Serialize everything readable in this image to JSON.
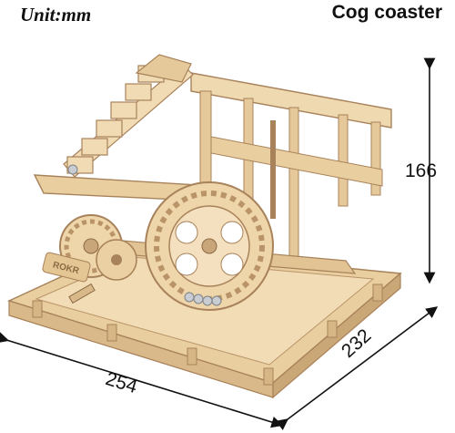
{
  "header": {
    "unit_label": "Unit:mm",
    "product_title": "Cog coaster"
  },
  "dimensions": {
    "height": "166",
    "width": "254",
    "depth": "232"
  },
  "image": {
    "subject_icon": "wooden-marble-run-model",
    "brand_stamp": "ROKR",
    "colors": {
      "wood_light": "#efd9b0",
      "wood_mid": "#d9b98a",
      "wood_dark": "#a8825a",
      "steel": "#c9cdd2",
      "ink": "#111111"
    }
  }
}
